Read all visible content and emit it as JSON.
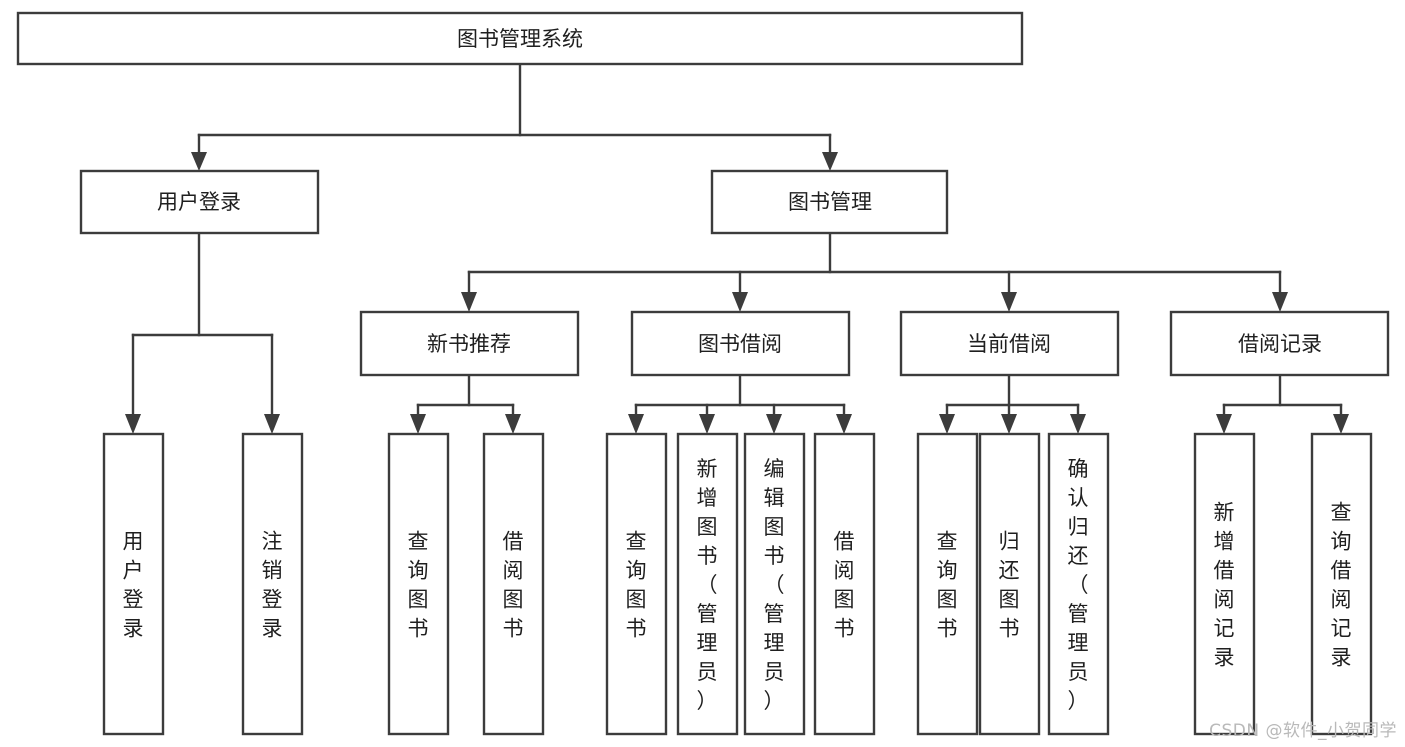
{
  "diagram": {
    "title": "图书管理系统",
    "type": "tree-hierarchy",
    "watermark": "CSDN @软件_小贺同学",
    "colors": {
      "stroke": "#3c3c3c",
      "box_fill": "#ffffff",
      "text": "#1f1f1f",
      "watermark": "#b9b9b9",
      "background": "#ffffff"
    },
    "root": {
      "label": "图书管理系统"
    },
    "level1": [
      {
        "label": "用户登录"
      },
      {
        "label": "图书管理"
      }
    ],
    "level2": [
      {
        "label": "新书推荐"
      },
      {
        "label": "图书借阅"
      },
      {
        "label": "当前借阅"
      },
      {
        "label": "借阅记录"
      }
    ],
    "leaves": {
      "user_login": [
        {
          "label": "用户登录"
        },
        {
          "label": "注销登录"
        }
      ],
      "new_book_recommend": [
        {
          "label": "查询图书"
        },
        {
          "label": "借阅图书"
        }
      ],
      "book_borrow": [
        {
          "label": "查询图书"
        },
        {
          "label": "新增图书（管理员）"
        },
        {
          "label": "编辑图书（管理员）"
        },
        {
          "label": "借阅图书"
        }
      ],
      "current_borrow": [
        {
          "label": "查询图书"
        },
        {
          "label": "归还图书"
        },
        {
          "label": "确认归还（管理员）"
        }
      ],
      "borrow_record": [
        {
          "label": "新增借阅记录"
        },
        {
          "label": "查询借阅记录"
        }
      ]
    }
  }
}
